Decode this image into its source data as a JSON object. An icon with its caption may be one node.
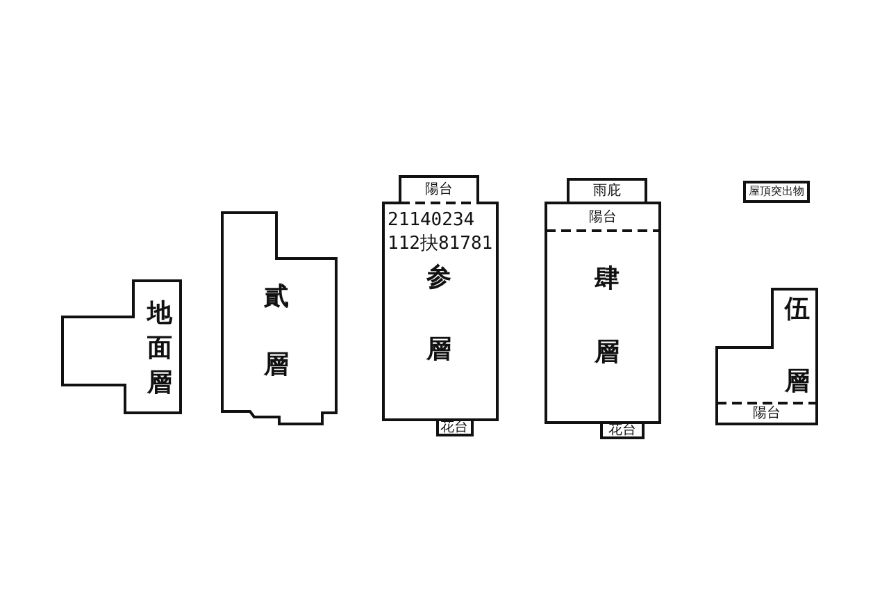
{
  "diagram": {
    "nodes": [
      {
        "text": [
          "地面層"
        ]
      },
      {
        "text": [
          "貳層"
        ]
      },
      {
        "text": [
          "陽台"
        ]
      },
      {
        "text": [
          "参層"
        ]
      },
      {
        "text": [
          "花台"
        ]
      },
      {
        "text": [
          "雨庇"
        ]
      },
      {
        "text": [
          "肆層"
        ]
      },
      {
        "text": [
          "陽台"
        ],
        "in": 6
      },
      {
        "text": [
          "花台"
        ]
      },
      {
        "text": [
          "屋頂突出物"
        ]
      },
      {
        "text": [
          "伍層"
        ]
      },
      {
        "text": [
          "陽台"
        ],
        "in": 10
      }
    ],
    "edges": [],
    "labels": [
      "21140234",
      "112抉81781"
    ]
  }
}
